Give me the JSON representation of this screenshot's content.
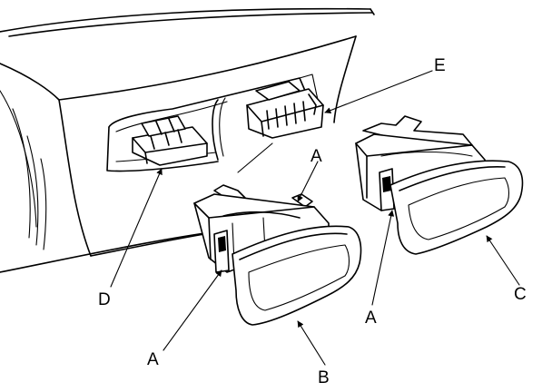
{
  "callouts": {
    "a_top": "A",
    "a_mid": "A",
    "a_bottom": "A",
    "b": "B",
    "c": "C",
    "d": "D",
    "e": "E"
  },
  "colors": {
    "line": "#000000",
    "background": "#ffffff"
  }
}
